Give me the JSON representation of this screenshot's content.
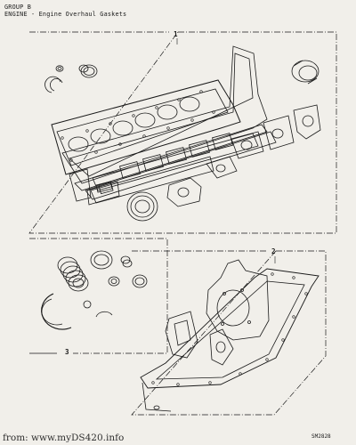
{
  "header": {
    "group": "GROUP B",
    "title": "ENGINE - Engine Overhaul Gaskets"
  },
  "callouts": [
    "1",
    "2",
    "3"
  ],
  "drawing_ref": "SM2828",
  "watermark": "from: www.myDS420.info",
  "colors": {
    "paper": "#f1efea",
    "ink": "#1a1a1a"
  }
}
